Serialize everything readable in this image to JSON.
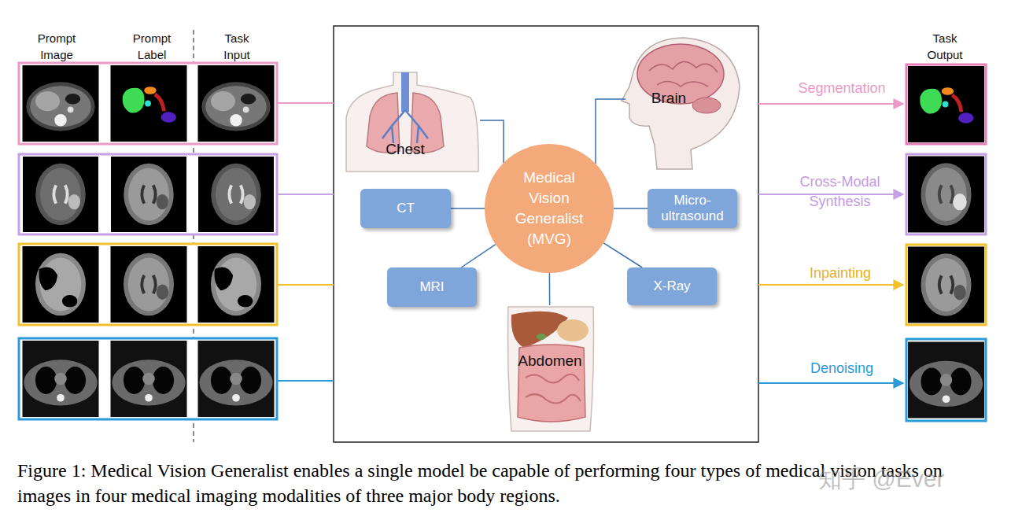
{
  "diagram": {
    "caption": "Figure 1: Medical Vision Generalist enables a single model be capable of performing four types of medical vision tasks on images in four medical imaging modalities of three major body regions.",
    "nodes": [
      {
        "text": [
          "Chest"
        ]
      },
      {
        "text": [
          "Brain"
        ]
      },
      {
        "text": [
          "CT"
        ]
      },
      {
        "text": [
          "Medical Vision Generalist (MVG)"
        ]
      },
      {
        "text": [
          "Micro- ultrasound"
        ]
      },
      {
        "text": [
          "MRI"
        ]
      },
      {
        "text": [
          "X-Ray"
        ]
      },
      {
        "text": [
          "Abdomen"
        ]
      }
    ],
    "edges": [
      {
        "from": 3,
        "to": 0,
        "arrow": "none"
      },
      {
        "from": 3,
        "to": 1,
        "arrow": "none"
      },
      {
        "from": 3,
        "to": 2,
        "arrow": "none"
      },
      {
        "from": 3,
        "to": 4,
        "arrow": "none"
      },
      {
        "from": 3,
        "to": 5,
        "arrow": "none"
      },
      {
        "from": 3,
        "to": 6,
        "arrow": "none"
      },
      {
        "from": 3,
        "to": 7,
        "arrow": "none"
      }
    ],
    "labels": [
      "Prompt Image",
      "Prompt Label",
      "Task Input",
      "Task Output",
      "Segmentation",
      "Cross-Modal Synthesis",
      "Inpainting",
      "Denoising",
      "知乎 @Ever"
    ]
  }
}
